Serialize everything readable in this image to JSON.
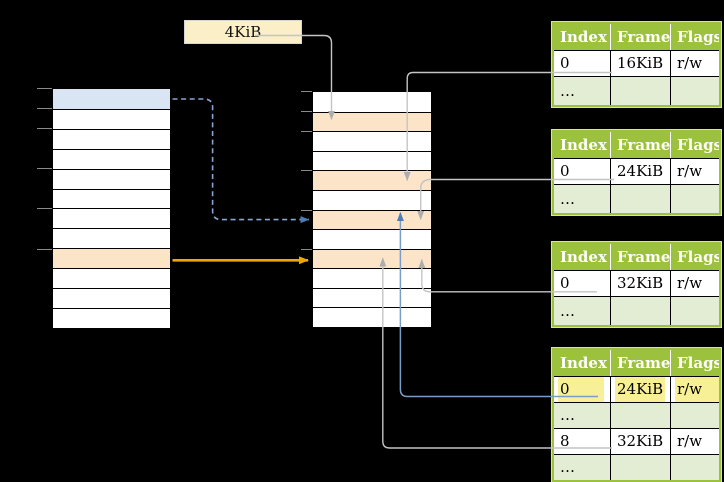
{
  "title_box": {
    "label": "4KiB"
  },
  "colors": {
    "background": "#000000",
    "box_fill": "#FBEFC8",
    "blue_row": "#D9E5F3",
    "peach_row": "#FCE4C9",
    "table_header_green": "#9CC13C",
    "table_alt_row_green": "#E3EDD3",
    "highlight_yellow": "#F8F096",
    "gray_line": "#C4C4C4",
    "gray_arrow": "#ADADAD",
    "blue_line": "#7C9CC8",
    "blue_arrow": "#4E7DB6",
    "dashed_blue_line": "#87A5D1",
    "orange_line": "#F0A500"
  },
  "virtual_memory_table": {
    "row_count": 12,
    "blue_row_index": 0,
    "peach_row_index": 8,
    "tick_rows": [
      0,
      1,
      2,
      4,
      6,
      8
    ]
  },
  "physical_memory_table": {
    "row_count": 12,
    "peach_row_indices": [
      1,
      4,
      6,
      8
    ],
    "tick_rows": [
      0,
      1,
      2,
      4,
      6,
      8
    ]
  },
  "page_tables": [
    {
      "name": "page-table-16kib",
      "headers": [
        "Index",
        "Frame",
        "Flags"
      ],
      "rows": [
        {
          "index": "0",
          "frame": "16KiB",
          "flags": "r/w",
          "shaded": false,
          "highlight": false
        },
        {
          "index": "…",
          "frame": "",
          "flags": "",
          "shaded": true,
          "highlight": false
        }
      ]
    },
    {
      "name": "page-table-24kib",
      "headers": [
        "Index",
        "Frame",
        "Flags"
      ],
      "rows": [
        {
          "index": "0",
          "frame": "24KiB",
          "flags": "r/w",
          "shaded": false,
          "highlight": false
        },
        {
          "index": "…",
          "frame": "",
          "flags": "",
          "shaded": true,
          "highlight": false
        }
      ]
    },
    {
      "name": "page-table-32kib",
      "headers": [
        "Index",
        "Frame",
        "Flags"
      ],
      "rows": [
        {
          "index": "0",
          "frame": "32KiB",
          "flags": "r/w",
          "shaded": false,
          "highlight": false
        },
        {
          "index": "…",
          "frame": "",
          "flags": "",
          "shaded": true,
          "highlight": false
        }
      ]
    },
    {
      "name": "page-table-4kib",
      "headers": [
        "Index",
        "Frame",
        "Flags"
      ],
      "rows": [
        {
          "index": "0",
          "frame": "24KiB",
          "flags": "r/w",
          "shaded": false,
          "highlight": true
        },
        {
          "index": "…",
          "frame": "",
          "flags": "",
          "shaded": true,
          "highlight": false
        },
        {
          "index": "8",
          "frame": "32KiB",
          "flags": "r/w",
          "shaded": false,
          "highlight": false
        },
        {
          "index": "…",
          "frame": "",
          "flags": "",
          "shaded": true,
          "highlight": false
        }
      ]
    }
  ],
  "arrows": [
    {
      "from": "page-size-box",
      "to": "physical-frame-1",
      "style": "solid",
      "color_key": "gray_line"
    },
    {
      "from": "page-table-16kib-entry-0",
      "to": "physical-frame-4",
      "style": "solid",
      "color_key": "gray_line"
    },
    {
      "from": "page-table-24kib-entry-0",
      "to": "physical-frame-6",
      "style": "solid",
      "color_key": "gray_line"
    },
    {
      "from": "page-table-32kib-entry-0",
      "to": "physical-frame-8",
      "style": "solid",
      "color_key": "gray_line"
    },
    {
      "from": "page-table-4kib-entry-0",
      "to": "physical-frame-6",
      "style": "solid",
      "color_key": "blue_line"
    },
    {
      "from": "page-table-4kib-entry-8",
      "to": "physical-frame-8",
      "style": "solid",
      "color_key": "gray_line"
    },
    {
      "from": "virtual-page-0",
      "to": "physical-frame-6",
      "style": "dashed",
      "color_key": "dashed_blue_line"
    },
    {
      "from": "virtual-page-8",
      "to": "physical-frame-8",
      "style": "solid",
      "color_key": "orange_line"
    }
  ]
}
